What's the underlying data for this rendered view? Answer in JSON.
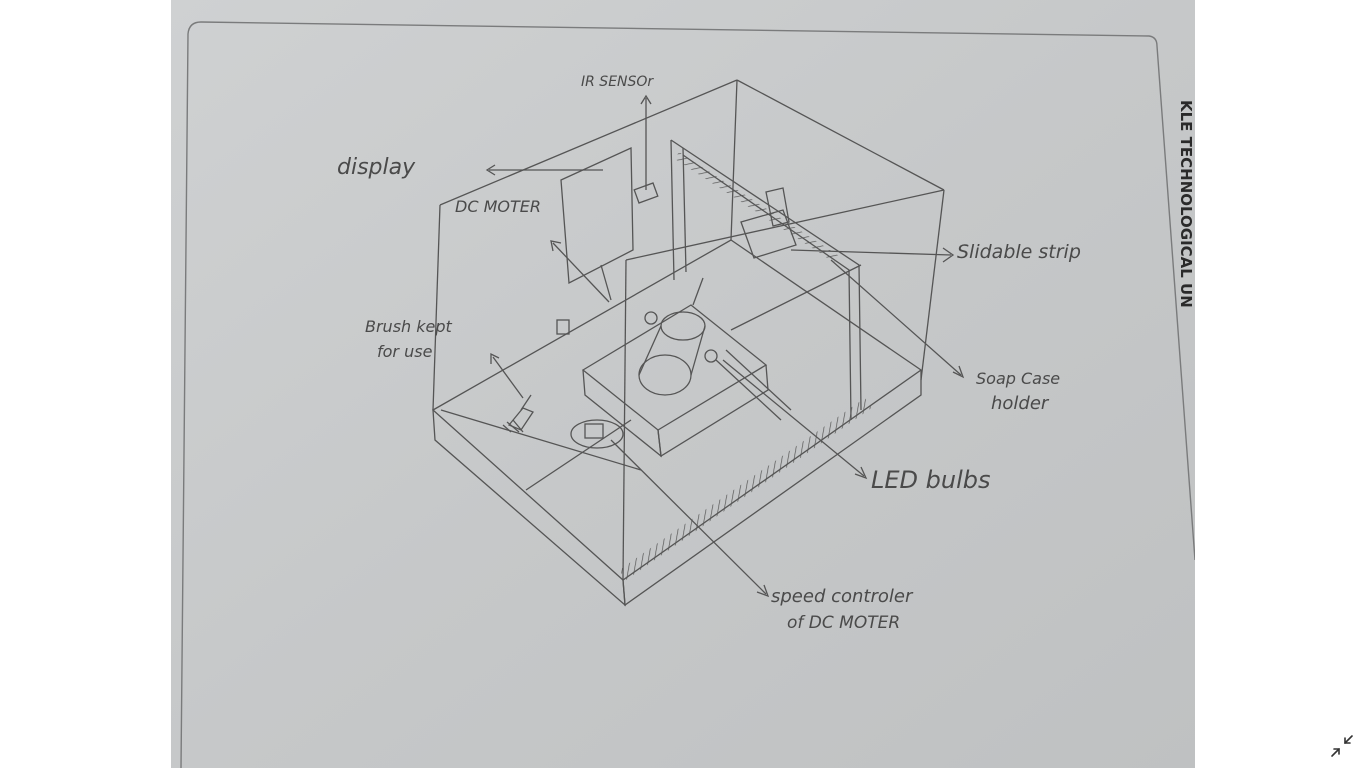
{
  "viewer": {
    "exit_fullscreen_icon": "exit-fullscreen-icon"
  },
  "sketch": {
    "margin_text": "KLE TECHNOLOGICAL UN",
    "labels": {
      "ir_sensor": "IR SENSOr",
      "display": "display",
      "dc_motor": "DC MOTER",
      "slidable_strip": "Slidable strip",
      "brush_line1": "Brush kept",
      "brush_line2": "for use",
      "soap_line1": "Soap Case",
      "soap_line2": "holder",
      "led_bulbs": "LED bulbs",
      "speed_line1": "speed controler",
      "speed_line2": "of DC MOTER"
    }
  },
  "colors": {
    "paper": "#c9cbcc",
    "pencil": "#555555"
  }
}
